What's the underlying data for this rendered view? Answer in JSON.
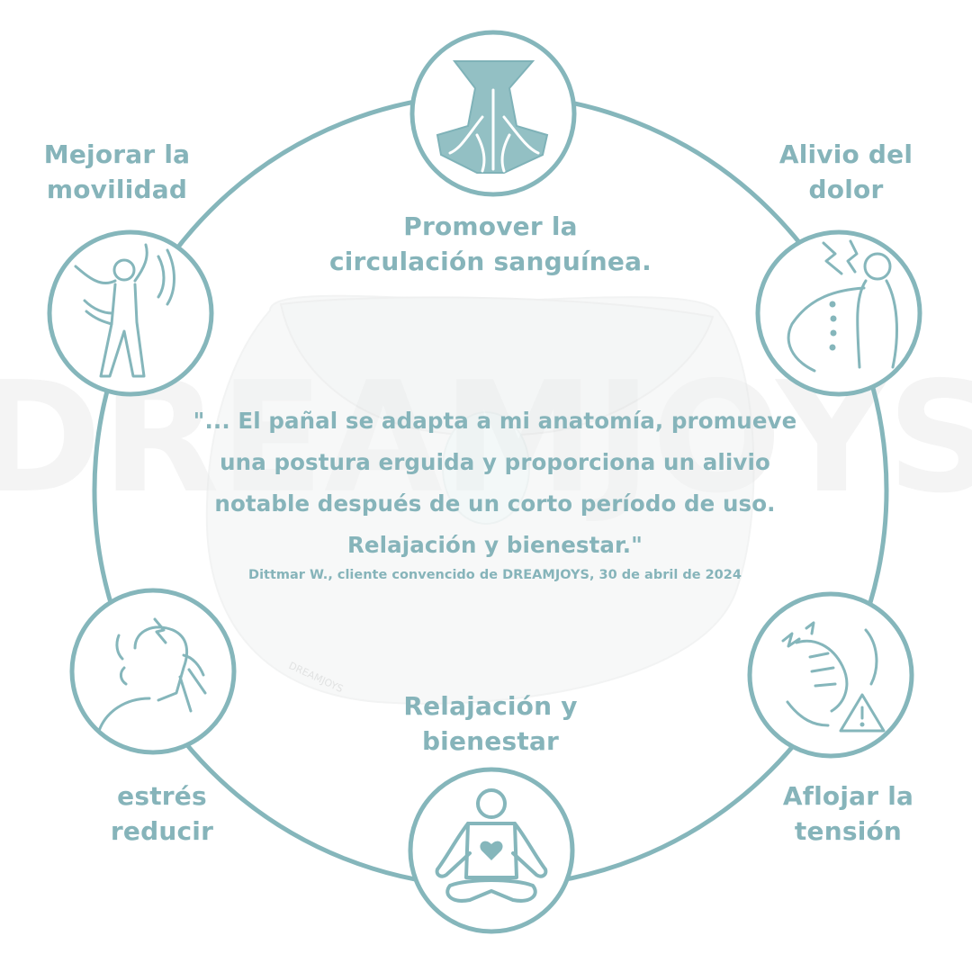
{
  "colors": {
    "accent": "#7fb2b8",
    "accent_fill": "#93c0c4",
    "text": "#86b4ba",
    "background": "#ffffff",
    "watermark": "#f4f4f4"
  },
  "watermark": {
    "text": "DREAMJOYS"
  },
  "pillow": {
    "brand_tag": "DREAMJOYS"
  },
  "benefits": {
    "top": {
      "line1": "Promover la",
      "line2": "circulación sanguínea.",
      "icon": "neck-circulation-icon"
    },
    "top_left": {
      "line1": "Mejorar la",
      "line2": "movilidad",
      "icon": "stretching-figure-icon"
    },
    "top_right": {
      "line1": "Alivio del",
      "line2": "dolor",
      "icon": "back-pain-icon"
    },
    "bottom_left": {
      "line1": "estrés",
      "line2": "reducir",
      "icon": "headache-stress-icon"
    },
    "bottom_right": {
      "line1": "Aflojar la",
      "line2": "tensión",
      "icon": "muscle-tension-warning-icon"
    },
    "bottom": {
      "line1": "Relajación y",
      "line2": "bienestar",
      "icon": "meditation-heart-icon"
    }
  },
  "quote": {
    "line1": "\"... El pañal se adapta a mi anatomía, promueve",
    "line2": "una postura erguida y proporciona un alivio",
    "line3": "notable después de un corto período de uso.",
    "line4": "Relajación y bienestar.\"",
    "attribution": "Dittmar W., cliente convencido de DREAMJOYS, 30 de abril de 2024"
  }
}
